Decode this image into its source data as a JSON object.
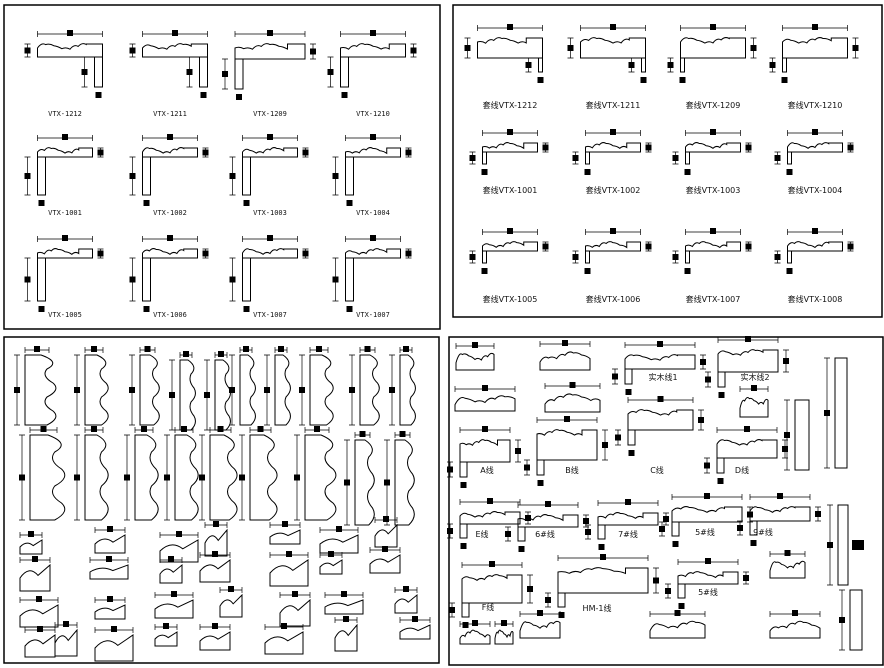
{
  "title": "Molding profile CAD sheet",
  "panel_top_left": {
    "labels": [
      "VTX-1212",
      "VTX-1211",
      "VTX-1209",
      "VTX-1210",
      "VTX-1001",
      "VTX-1002",
      "VTX-1003",
      "VTX-1004",
      "VTX-1005",
      "VTX-1006",
      "VTX-1007",
      "VTX-1007"
    ]
  },
  "panel_top_right": {
    "labels": [
      "套线VTX-1212",
      "套线VTX-1211",
      "套线VTX-1209",
      "套线VTX-1210",
      "套线VTX-1001",
      "套线VTX-1002",
      "套线VTX-1003",
      "套线VTX-1004",
      "套线VTX-1005",
      "套线VTX-1006",
      "套线VTX-1007",
      "套线VTX-1008"
    ]
  },
  "panel_bottom_right": {
    "labels": [
      "实木线1",
      "实木线2",
      "A线",
      "B线",
      "C线",
      "D线",
      "E线",
      "6#线",
      "7#线",
      "5#线",
      "9#线",
      "F线",
      "HM-1线",
      "5#线"
    ]
  }
}
